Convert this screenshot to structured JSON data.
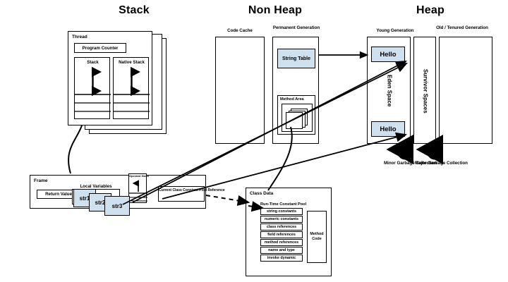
{
  "diagram": {
    "title_stack": "Stack",
    "title_nonheap": "Non Heap",
    "title_heap": "Heap"
  },
  "stack": {
    "thread_label": "Thread",
    "program_counter": "Program Counter",
    "stack_label": "Stack",
    "native_stack_label": "Native Stack",
    "thread_copies": 3
  },
  "frame": {
    "label": "Frame",
    "return_value": "Return Value",
    "local_variables": "Local Variables",
    "operand_stack": "Operand Stack",
    "constant_pool_ref": "Current Class Constant Pool Reference",
    "variables": [
      "str1",
      "str2",
      "str3"
    ]
  },
  "non_heap": {
    "code_cache": "Code Cache",
    "permanent_generation": "Permanent Generation",
    "string_table": "String Table",
    "method_area": "Method Area"
  },
  "heap": {
    "young_generation": "Young Generation",
    "old_tenured_generation": "Old / Tenured Generation",
    "eden_space": "Eden Space",
    "survivor_spaces": "Survivor Spaces",
    "objects": [
      "Hello",
      "Hello"
    ],
    "minor_gc": "Minor Garbage Collection",
    "major_gc": "Major Garbage Collection"
  },
  "class_data": {
    "label": "Class Data",
    "constant_pool_title": "Run-Time Constant Pool",
    "constant_pool_items": [
      "string constants",
      "numeric constants",
      "class references",
      "field references",
      "method references",
      "name and type",
      "invoke dynamic"
    ],
    "method_code": "Method Code"
  },
  "colors": {
    "object_fill": "#cfe0ef",
    "stroke": "#000000",
    "background": "#ffffff"
  }
}
